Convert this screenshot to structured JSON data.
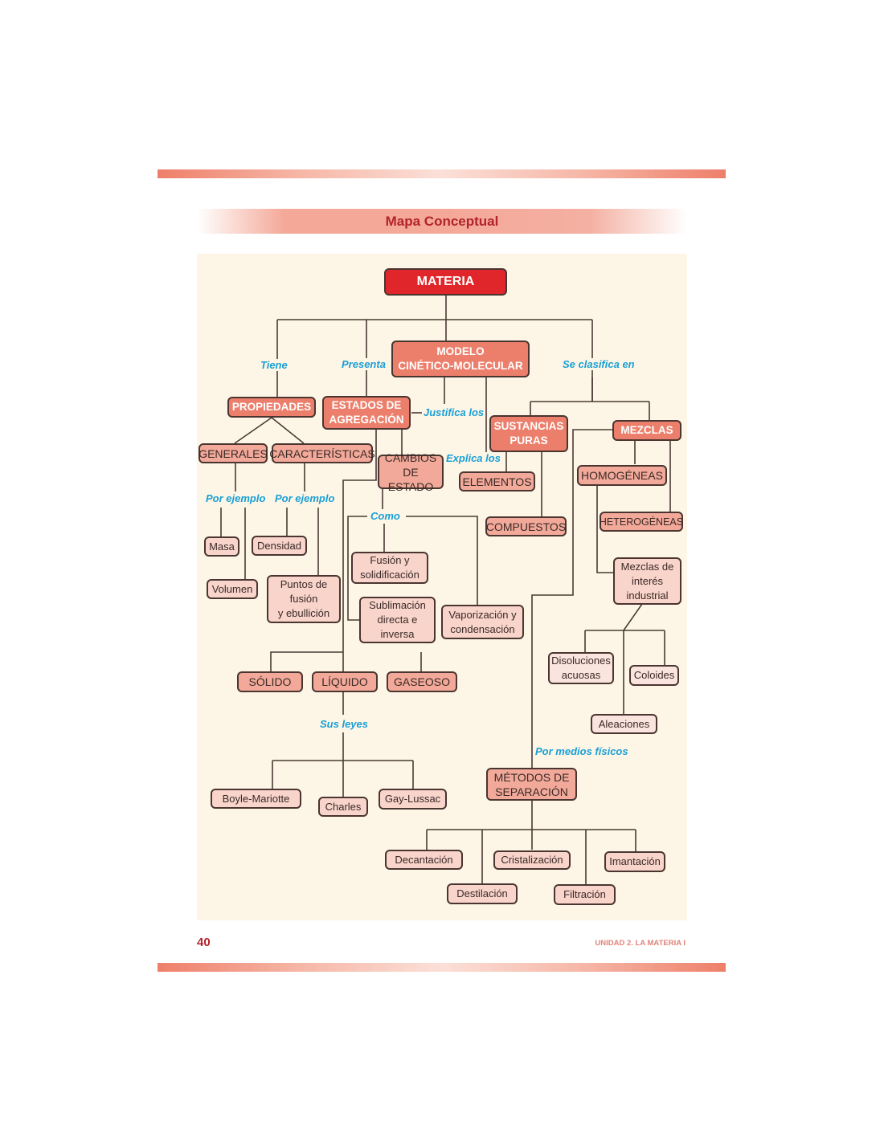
{
  "header": {
    "title": "Mapa Conceptual"
  },
  "footer": {
    "page_number": "40",
    "unit": "UNIDAD 2. LA MATERIA I"
  },
  "colors": {
    "root": "#e0262a",
    "main": "#ec7f6c",
    "sub": "#f2a99a",
    "leaf": "#f8d4cb",
    "connector_text": "#1a9fd6",
    "title": "#b3232a",
    "panel": "#fdf6e6"
  },
  "nodes": {
    "materia": "MATERIA",
    "modelo": "MODELO\nCINÉTICO-MOLECULAR",
    "propiedades": "PROPIEDADES",
    "estados": "ESTADOS DE\nAGREGACIÓN",
    "sustancias": "SUSTANCIAS\nPURAS",
    "mezclas": "MEZCLAS",
    "generales": "GENERALES",
    "caracteristicas": "CARACTERÍSTICAS",
    "cambios": "CAMBIOS\nDE ESTADO",
    "elementos": "ELEMENTOS",
    "compuestos": "COMPUESTOS",
    "homogeneas": "HOMOGÉNEAS",
    "heterogeneas": "HETEROGÉNEAS",
    "masa": "Masa",
    "volumen": "Volumen",
    "densidad": "Densidad",
    "puntos": "Puntos de\nfusión\ny ebullición",
    "fusion": "Fusión y\nsolidificación",
    "sublimacion": "Sublimación\ndirecta e\ninversa",
    "vaporizacion": "Vaporización y\ncondensación",
    "mezclas_industrial": "Mezclas de\ninterés\nindustrial",
    "disoluciones": "Disoluciones\nacuosas",
    "coloides": "Coloides",
    "aleaciones": "Aleaciones",
    "solido": "SÓLIDO",
    "liquido": "LÍQUIDO",
    "gaseoso": "GASEOSO",
    "boyle": "Boyle-Mariotte",
    "charles": "Charles",
    "gay": "Gay-Lussac",
    "metodos": "MÉTODOS DE\nSEPARACIÓN",
    "decantacion": "Decantación",
    "destilacion": "Destilación",
    "cristalizacion": "Cristalización",
    "filtracion": "Filtración",
    "imantacion": "Imantación"
  },
  "connectors": {
    "tiene": "Tiene",
    "presenta": "Presenta",
    "se_clasifica": "Se clasifica en",
    "justifica": "Justifica los",
    "explica": "Explica los",
    "por_ejemplo_1": "Por ejemplo",
    "por_ejemplo_2": "Por ejemplo",
    "como": "Como",
    "sus_leyes": "Sus leyes",
    "por_medios": "Por medios físicos"
  }
}
